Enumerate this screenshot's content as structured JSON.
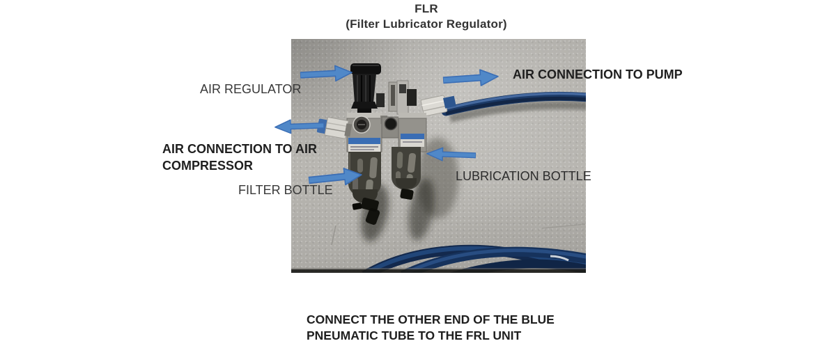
{
  "title": {
    "line1": "FLR",
    "line2": "(Filter Lubricator Regulator)"
  },
  "callouts": {
    "air_regulator": {
      "label": "AIR REGULATOR",
      "arrow_direction": "right"
    },
    "air_connection_pump": {
      "label": "AIR CONNECTION TO PUMP",
      "arrow_direction": "right"
    },
    "air_connection_compressor": {
      "lines": {
        "0": "AIR CONNECTION TO AIR",
        "1": "COMPRESSOR"
      },
      "arrow_direction": "left"
    },
    "filter_bottle": {
      "label": "FILTER BOTTLE",
      "arrow_direction": "right"
    },
    "lubrication_bottle": {
      "label": "LUBRICATION BOTTLE",
      "arrow_direction": "left"
    }
  },
  "note": {
    "line1": "CONNECT THE OTHER END OF THE BLUE",
    "line2": "PNEUMATIC TUBE TO THE FRL UNIT"
  },
  "photo": {
    "subject": "FLR pneumatic unit (regulator knob, filter bottle, lubrication bottle) with blue pneumatic tube on gray wall"
  },
  "colors": {
    "arrow_fill": "#5088c8",
    "arrow_border": "#3b6eb5",
    "tube_blue": "#1c3a66",
    "label_blue": "#3a6db4",
    "text_dark": "#1f1f1f"
  }
}
